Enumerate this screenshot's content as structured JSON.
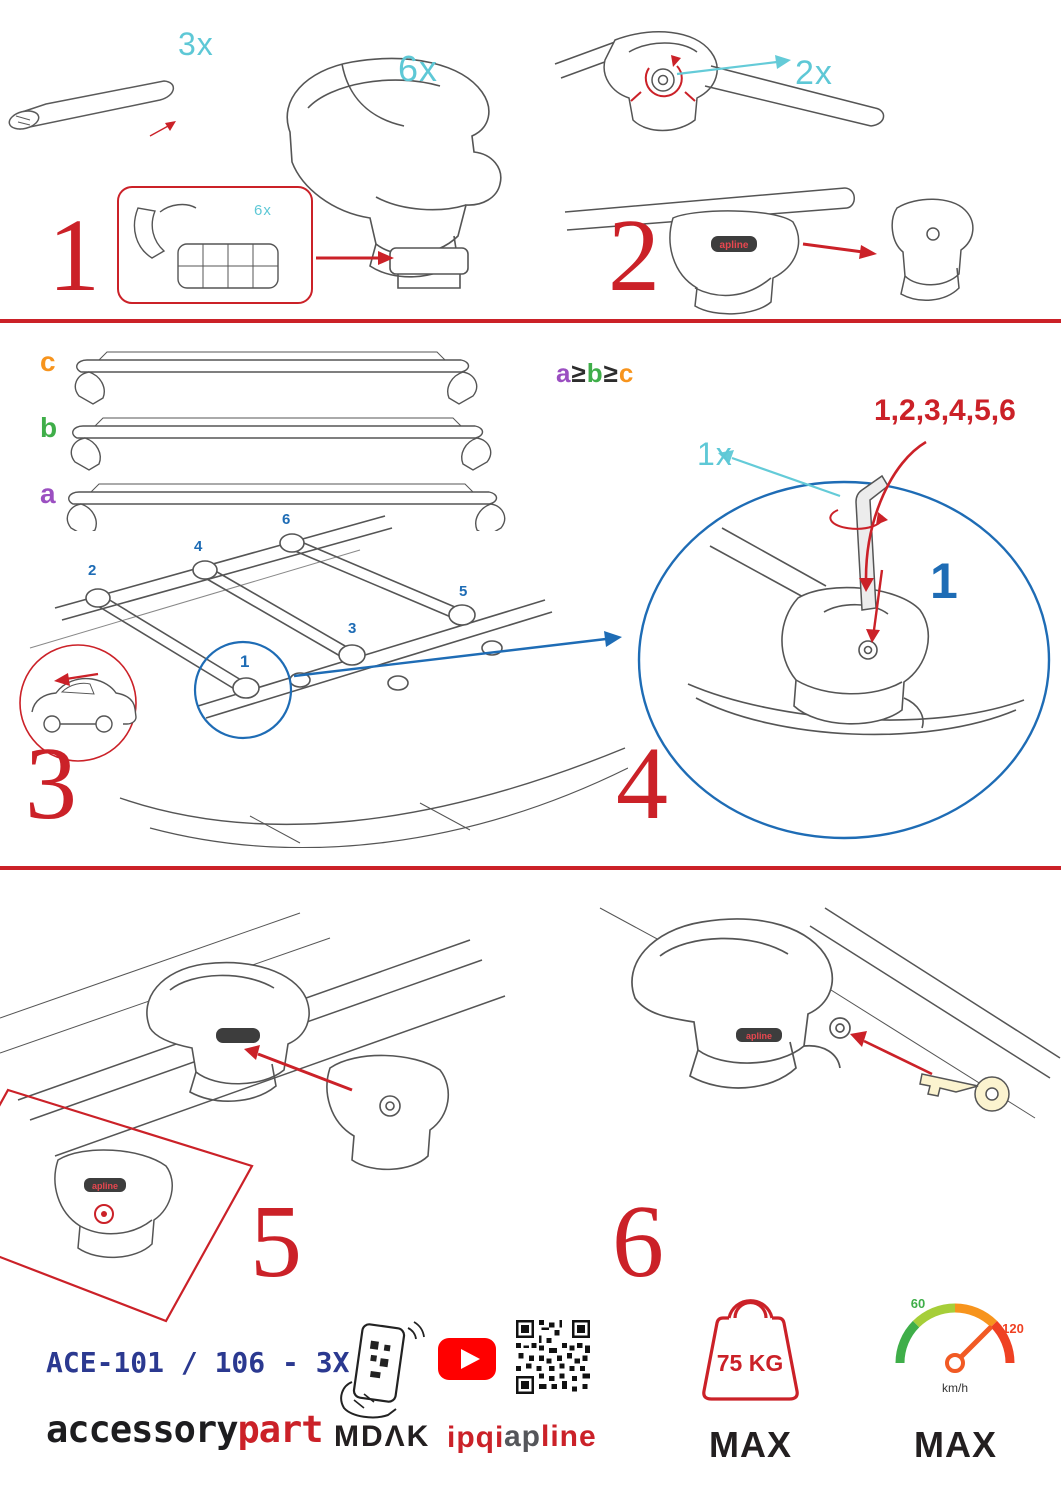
{
  "steps": {
    "s1": {
      "numeral": "1",
      "bar_qty": "3x",
      "foot_qty": "6x",
      "inset_qty": "6x"
    },
    "s2": {
      "numeral": "2",
      "bolt_qty": "2x",
      "foot_brand": "apline"
    },
    "s3": {
      "numeral": "3",
      "bar_labels": {
        "a": "a",
        "b": "b",
        "c": "c"
      },
      "size_rule": {
        "a": "a",
        "ge1": "≥",
        "b": "b",
        "ge2": "≥",
        "c": "c"
      },
      "mount_order": {
        "n1": "1",
        "n2": "2",
        "n3": "3",
        "n4": "4",
        "n5": "5",
        "n6": "6"
      }
    },
    "s4": {
      "numeral": "4",
      "sequence": "1,2,3,4,5,6",
      "tool_qty": "1x",
      "step_one": "1"
    },
    "s5": {
      "numeral": "5",
      "foot_brand": "apline"
    },
    "s6": {
      "numeral": "6",
      "foot_brand": "apline"
    }
  },
  "footer": {
    "model": "ACE-101 / 106 - 3X",
    "brand": {
      "black": "accessory",
      "red": "part"
    },
    "partners": {
      "mdak": "MDΛK",
      "ipqi": "ipqi",
      "apline_gray": "ap",
      "apline_red": "line"
    },
    "load": {
      "value": "75 KG",
      "max": "MAX"
    },
    "speed": {
      "low": "60",
      "high": "120",
      "unit": "km/h",
      "max": "MAX"
    }
  },
  "colors": {
    "red": "#cb2128",
    "cyan": "#5ec8d6",
    "blue": "#1e6cb5",
    "purple": "#9b4fc1",
    "green": "#3fae49",
    "orange": "#f7941d",
    "navy": "#2b3990"
  }
}
